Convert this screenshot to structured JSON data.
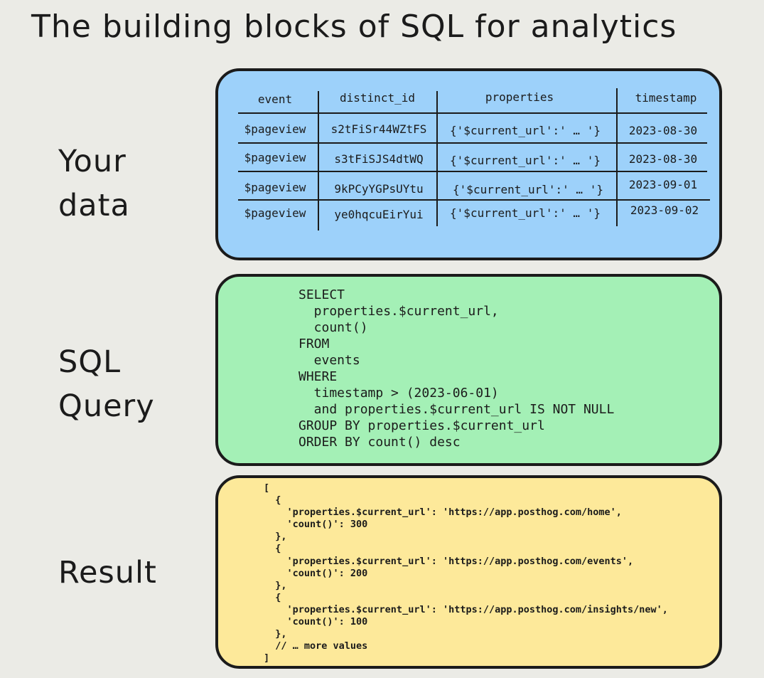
{
  "title": "The building blocks of SQL for analytics",
  "labels": {
    "data": "Your\ndata",
    "query": "SQL\nQuery",
    "result": "Result"
  },
  "colors": {
    "background": "#ebebe6",
    "data_panel": "#9dd1fa",
    "query_panel": "#a4f0b6",
    "result_panel": "#fde99a",
    "border": "#1b1b1b"
  },
  "table": {
    "columns": [
      "event",
      "distinct_id",
      "properties",
      "timestamp"
    ],
    "rows": [
      [
        "$pageview",
        "s2tFiSr44WZtFS",
        "{'$current_url':' … '}",
        "2023-08-30"
      ],
      [
        "$pageview",
        "s3tFiSJS4dtWQ",
        "{'$current_url':' … '}",
        "2023-08-30"
      ],
      [
        "$pageview",
        "9kPCyYGPsUYtu",
        "{'$current_url':' … '}",
        "2023-09-01"
      ],
      [
        "$pageview",
        "ye0hqcuEirYui",
        "{'$current_url':' … '}",
        "2023-09-02"
      ]
    ]
  },
  "query": "SELECT\n  properties.$current_url,\n  count()\nFROM\n  events\nWHERE\n  timestamp > (2023-06-01)\n  and properties.$current_url IS NOT NULL\nGROUP BY properties.$current_url\nORDER BY count() desc",
  "result": "[\n  {\n    'properties.$current_url': 'https://app.posthog.com/home',\n    'count()': 300\n  },\n  {\n    'properties.$current_url': 'https://app.posthog.com/events',\n    'count()': 200\n  },\n  {\n    'properties.$current_url': 'https://app.posthog.com/insights/new',\n    'count()': 100\n  },\n  // … more values\n]"
}
